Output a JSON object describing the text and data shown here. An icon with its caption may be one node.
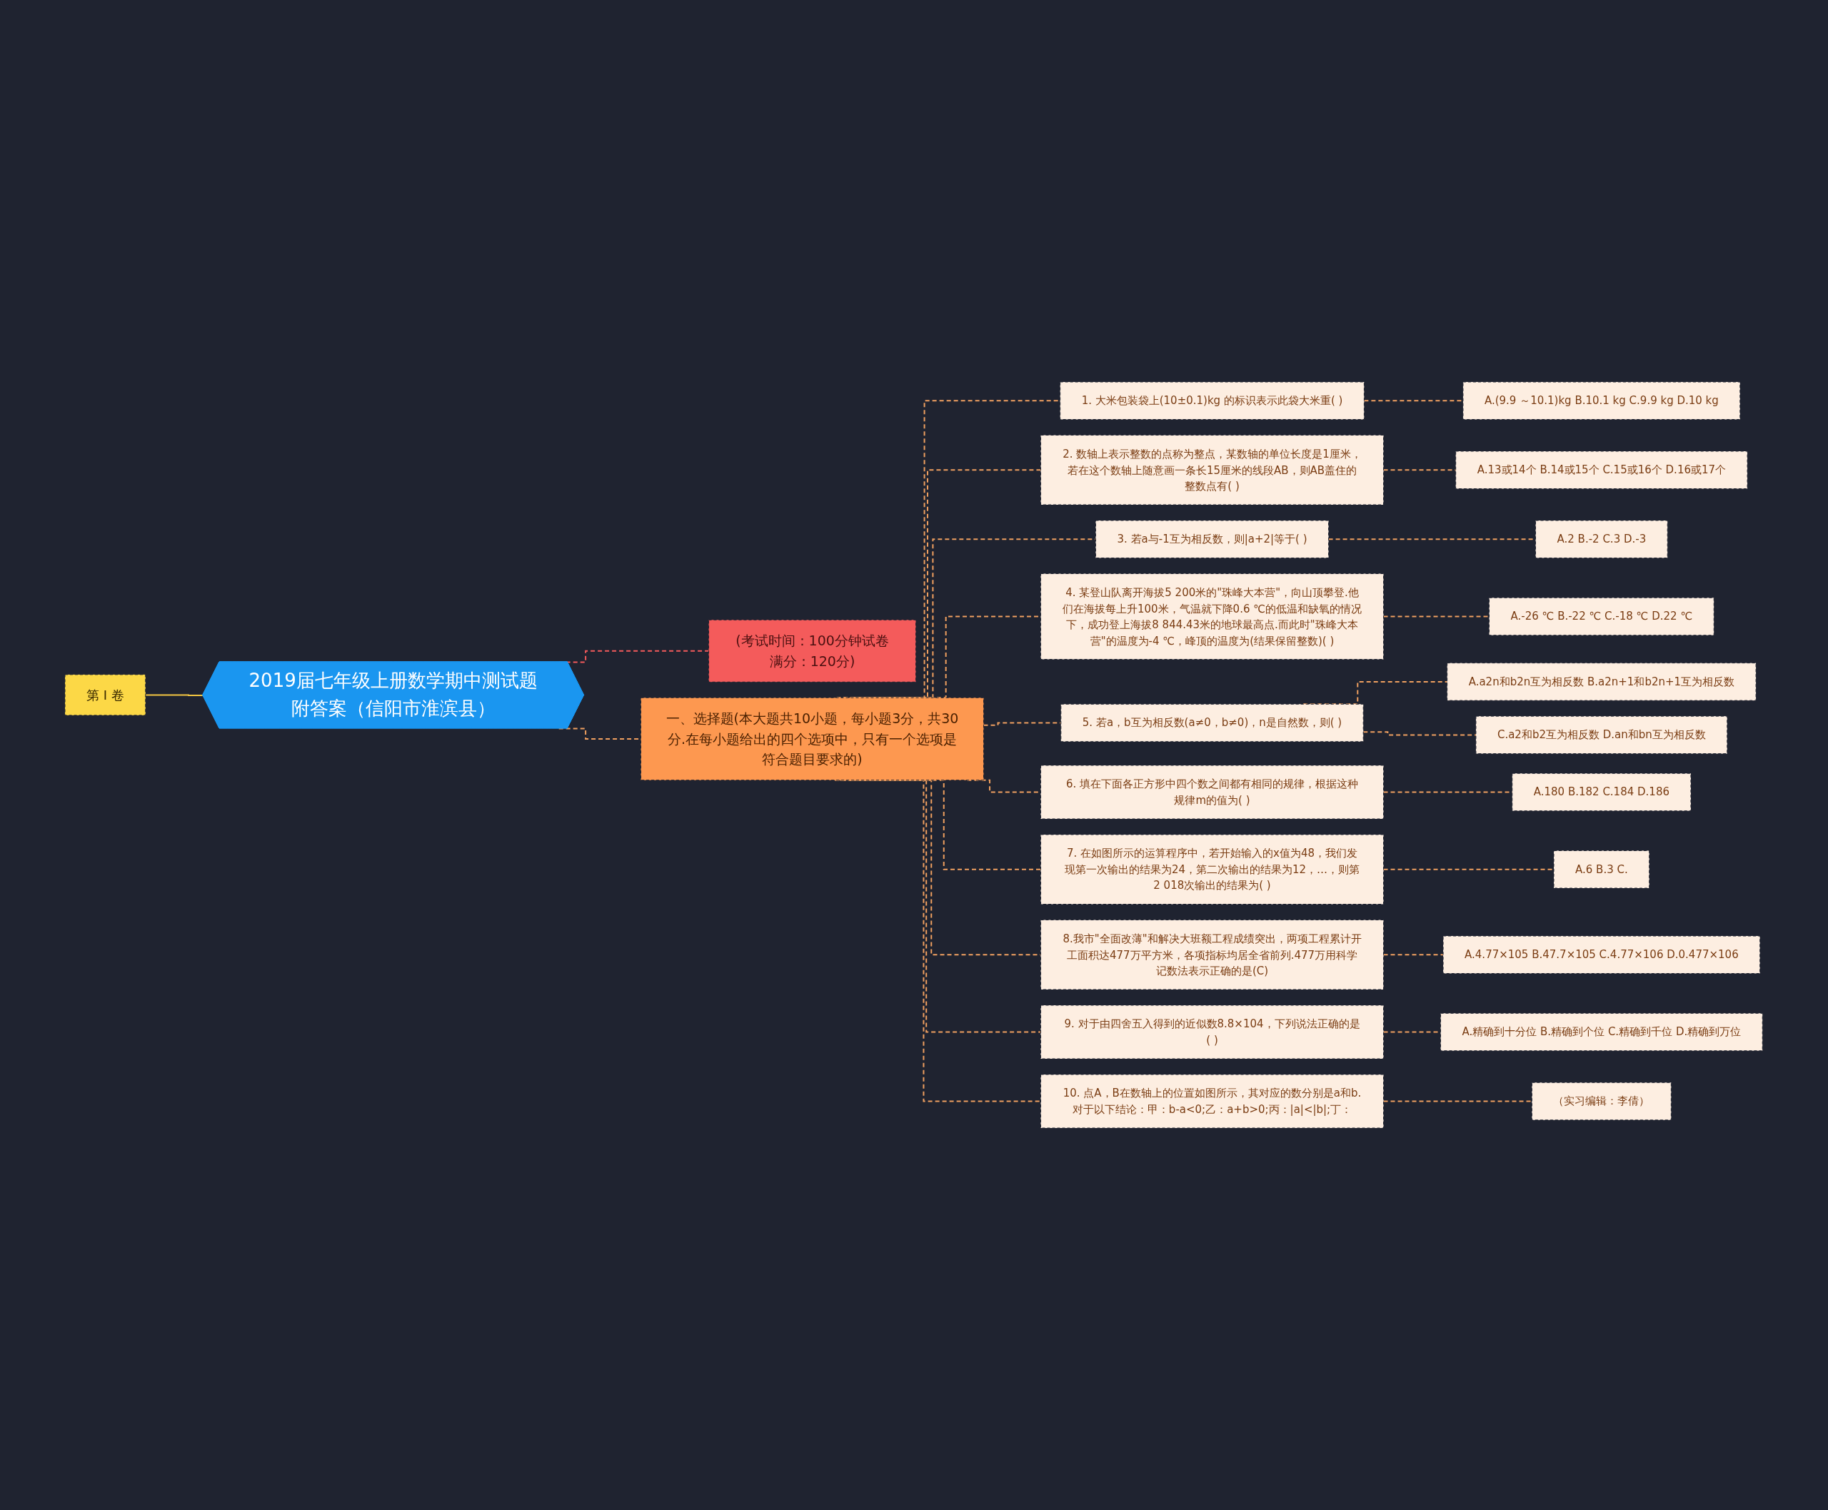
{
  "diagram": {
    "nodes": [
      {
        "text": [
          "第 I 卷"
        ]
      },
      {
        "text": [
          "2019届七年级上册数学期中测试题附答案（信阳市淮滨县）"
        ]
      },
      {
        "text": [
          "(考试时间：100分钟试卷满分：120分)"
        ]
      },
      {
        "text": [
          "一、选择题(本大题共10小题，每小题3分，共30分.在每小题给出的四个选项中，只有一个选项是符合题目要求的)"
        ]
      },
      {
        "text": [
          "1. 大米包装袋上(10±0.1)kg 的标识表示此袋大米重( )"
        ]
      },
      {
        "text": [
          "A.(9.9 ～10.1)kg B.10.1 kg C.9.9 kg D.10 kg"
        ]
      },
      {
        "text": [
          "2. 数轴上表示整数的点称为整点，某数轴的单位长度是1厘米，若在这个数轴上随意画一条长15厘米的线段AB，则AB盖住的整数点有( )"
        ]
      },
      {
        "text": [
          "A.13或14个 B.14或15个 C.15或16个 D.16或17个"
        ]
      },
      {
        "text": [
          "3. 若a与-1互为相反数，则|a+2|等于( )"
        ]
      },
      {
        "text": [
          "A.2 B.-2 C.3 D.-3"
        ]
      },
      {
        "text": [
          "4. 某登山队离开海拔5 200米的\"珠峰大本营\"，向山顶攀登.他们在海拔每上升100米，气温就下降0.6 ℃的低温和缺氧的情况下，成功登上海拔8 844.43米的地球最高点.而此时\"珠峰大本营\"的温度为-4 ℃，峰顶的温度为(结果保留整数)( )"
        ]
      },
      {
        "text": [
          "A.-26 ℃ B.-22 ℃ C.-18 ℃ D.22 ℃"
        ]
      },
      {
        "text": [
          "5. 若a，b互为相反数(a≠0，b≠0)，n是自然数，则( )"
        ]
      },
      {
        "text": [
          "A.a2n和b2n互为相反数 B.a2n+1和b2n+1互为相反数"
        ]
      },
      {
        "text": [
          "C.a2和b2互为相反数 D.an和bn互为相反数"
        ]
      },
      {
        "text": [
          "6. 填在下面各正方形中四个数之间都有相同的规律，根据这种规律m的值为( )"
        ]
      },
      {
        "text": [
          "A.180 B.182 C.184 D.186"
        ]
      },
      {
        "text": [
          "7. 在如图所示的运算程序中，若开始输入的x值为48，我们发现第一次输出的结果为24，第二次输出的结果为12，…，则第2 018次输出的结果为( )"
        ]
      },
      {
        "text": [
          "A.6 B.3 C."
        ]
      },
      {
        "text": [
          "8.我市\"全面改薄\"和解决大班额工程成绩突出，两项工程累计开工面积达477万平方米，各项指标均居全省前列.477万用科学记数法表示正确的是(C)"
        ]
      },
      {
        "text": [
          "A.4.77×105 B.47.7×105 C.4.77×106 D.0.477×106"
        ]
      },
      {
        "text": [
          "9. 对于由四舍五入得到的近似数8.8×104，下列说法正确的是( )"
        ]
      },
      {
        "text": [
          "A.精确到十分位 B.精确到个位 C.精确到千位 D.精确到万位"
        ]
      },
      {
        "text": [
          "10. 点A，B在数轴上的位置如图所示，其对应的数分别是a和b.对于以下结论：甲：b-a<0;乙：a+b>0;丙：|a|<|b|;丁："
        ]
      },
      {
        "text": [
          "（实习编辑：李倩）"
        ]
      }
    ],
    "edges": [
      {
        "from": 0,
        "to": 1,
        "arrow": "none",
        "color": "#f5c842"
      },
      {
        "from": 1,
        "to": 2,
        "arrow": "none",
        "style": "dashed",
        "color": "#f45b5b"
      },
      {
        "from": 1,
        "to": 3,
        "arrow": "none",
        "style": "dashed"
      },
      {
        "from": 3,
        "to": 4,
        "arrow": "none",
        "style": "dashed"
      },
      {
        "from": 4,
        "to": 5,
        "arrow": "none",
        "style": "dashed"
      },
      {
        "from": 3,
        "to": 6,
        "arrow": "none",
        "style": "dashed"
      },
      {
        "from": 6,
        "to": 7,
        "arrow": "none",
        "style": "dashed"
      },
      {
        "from": 3,
        "to": 8,
        "arrow": "none",
        "style": "dashed"
      },
      {
        "from": 8,
        "to": 9,
        "arrow": "none",
        "style": "dashed"
      },
      {
        "from": 3,
        "to": 10,
        "arrow": "none",
        "style": "dashed"
      },
      {
        "from": 10,
        "to": 11,
        "arrow": "none",
        "style": "dashed"
      },
      {
        "from": 3,
        "to": 12,
        "arrow": "none",
        "style": "dashed"
      },
      {
        "from": 12,
        "to": 13,
        "arrow": "none",
        "style": "dashed"
      },
      {
        "from": 12,
        "to": 14,
        "arrow": "none",
        "style": "dashed"
      },
      {
        "from": 3,
        "to": 15,
        "arrow": "none",
        "style": "dashed"
      },
      {
        "from": 15,
        "to": 16,
        "arrow": "none",
        "style": "dashed"
      },
      {
        "from": 3,
        "to": 17,
        "arrow": "none",
        "style": "dashed"
      },
      {
        "from": 17,
        "to": 18,
        "arrow": "none",
        "style": "dashed"
      },
      {
        "from": 3,
        "to": 19,
        "arrow": "none",
        "style": "dashed"
      },
      {
        "from": 19,
        "to": 20,
        "arrow": "none",
        "style": "dashed"
      },
      {
        "from": 3,
        "to": 21,
        "arrow": "none",
        "style": "dashed"
      },
      {
        "from": 21,
        "to": 22,
        "arrow": "none",
        "style": "dashed"
      },
      {
        "from": 3,
        "to": 23,
        "arrow": "none",
        "style": "dashed"
      },
      {
        "from": 23,
        "to": 24,
        "arrow": "none",
        "style": "dashed"
      }
    ]
  }
}
